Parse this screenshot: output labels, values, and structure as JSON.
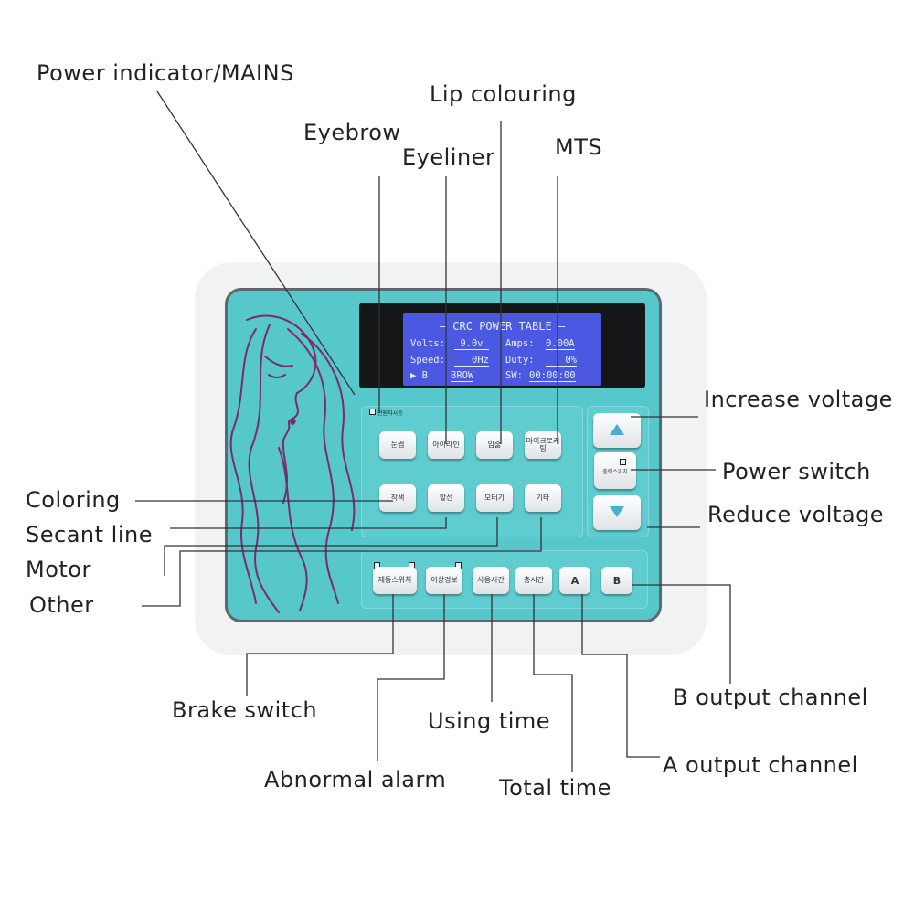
{
  "callouts": {
    "power_indicator": "Power indicator/MAINS",
    "lip_colouring": "Lip colouring",
    "eyebrow": "Eyebrow",
    "eyeliner": "Eyeliner",
    "mts": "MTS",
    "increase_voltage": "Increase voltage",
    "power_switch": "Power switch",
    "reduce_voltage": "Reduce voltage",
    "coloring": "Coloring",
    "secant_line": "Secant line",
    "motor": "Motor",
    "other": "Other",
    "brake_switch": "Brake switch",
    "b_output_channel": "B output channel",
    "using_time": "Using time",
    "a_output_channel": "A output channel",
    "abnormal_alarm": "Abnormal alarm",
    "total_time": "Total time"
  },
  "display": {
    "title": "— CRC POWER TABLE —",
    "volts_label": "Volts:",
    "volts_value": "9.0v",
    "amps_label": "Amps:",
    "amps_value": "0.00A",
    "speed_label": "Speed:",
    "speed_value": "0Hz",
    "duty_label": "Duty:",
    "duty_value": "0%",
    "channel": "▶ B",
    "mode": "BROW",
    "sw_label": "SW:",
    "sw_value": "00:00:00"
  },
  "panel": {
    "power_indicator_label": "전원지시등",
    "buttons_row1": [
      "눈썹",
      "아이라인",
      "입술",
      "마이크로커팅"
    ],
    "buttons_row2": [
      "착색",
      "할선",
      "모터기",
      "기타"
    ],
    "buttons_row3": [
      "제동스위치",
      "이상경보",
      "사용시간",
      "총시간",
      "A",
      "B"
    ],
    "power_switch_label": "출력스위치"
  },
  "colors": {
    "panel": "#56c8cc",
    "frame": "#f1f2f3",
    "lcd": "#4b59e2",
    "bezel": "#141618",
    "hair": "#7a2a6e"
  },
  "icons": {
    "up": "triangle-up-icon",
    "down": "triangle-down-icon"
  }
}
